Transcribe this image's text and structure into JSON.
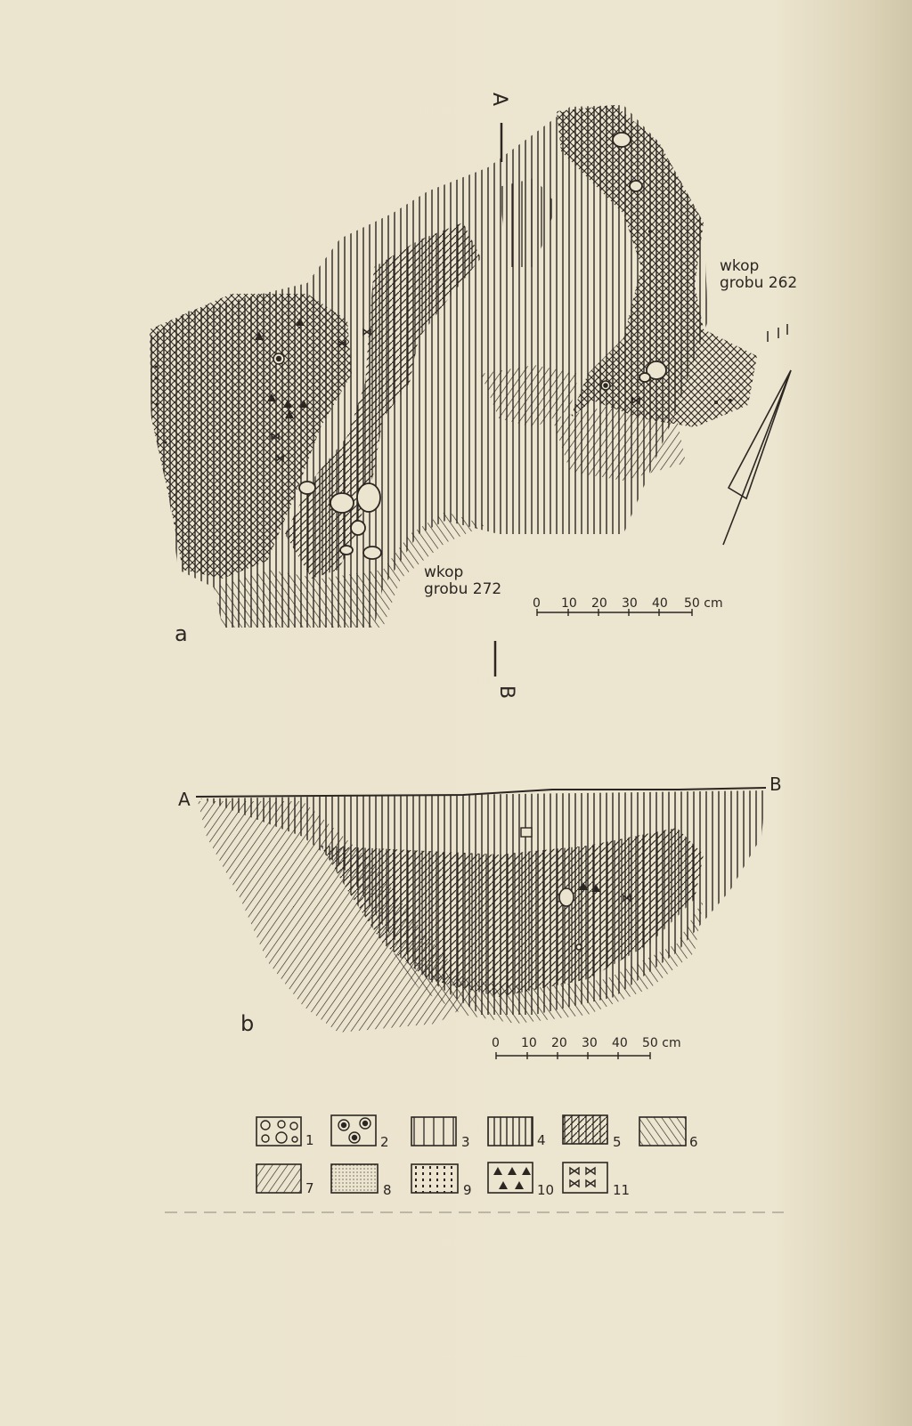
{
  "colors": {
    "paper": "#ebe4ce",
    "ink": "#2b2622"
  },
  "plan": {
    "panel_label": "a",
    "section_start": "A",
    "section_end": "B",
    "label_grave_262": [
      "wkop",
      "grobu 262"
    ],
    "label_grave_272": [
      "wkop",
      "grobu 272"
    ],
    "scale": {
      "ticks": [
        "0",
        "10",
        "20",
        "30",
        "40",
        "50 cm"
      ]
    },
    "north_arrow": "north-arrow-icon"
  },
  "section": {
    "panel_label": "b",
    "start": "A",
    "end": "B",
    "scale": {
      "ticks": [
        "0",
        "10",
        "20",
        "30",
        "40",
        "50 cm"
      ]
    }
  },
  "legend": [
    {
      "number": "1",
      "icon": "stones-icon"
    },
    {
      "number": "2",
      "icon": "dark-stones-icon"
    },
    {
      "number": "3",
      "icon": "wide-vertical-hatch-icon"
    },
    {
      "number": "4",
      "icon": "dense-vertical-hatch-icon"
    },
    {
      "number": "5",
      "icon": "cross-hatch-icon"
    },
    {
      "number": "6",
      "icon": "backslash-hatch-icon"
    },
    {
      "number": "7",
      "icon": "slash-hatch-icon"
    },
    {
      "number": "8",
      "icon": "fine-dots-icon"
    },
    {
      "number": "9",
      "icon": "coarse-dots-icon"
    },
    {
      "number": "10",
      "icon": "triangles-icon"
    },
    {
      "number": "11",
      "icon": "bowties-icon"
    }
  ]
}
